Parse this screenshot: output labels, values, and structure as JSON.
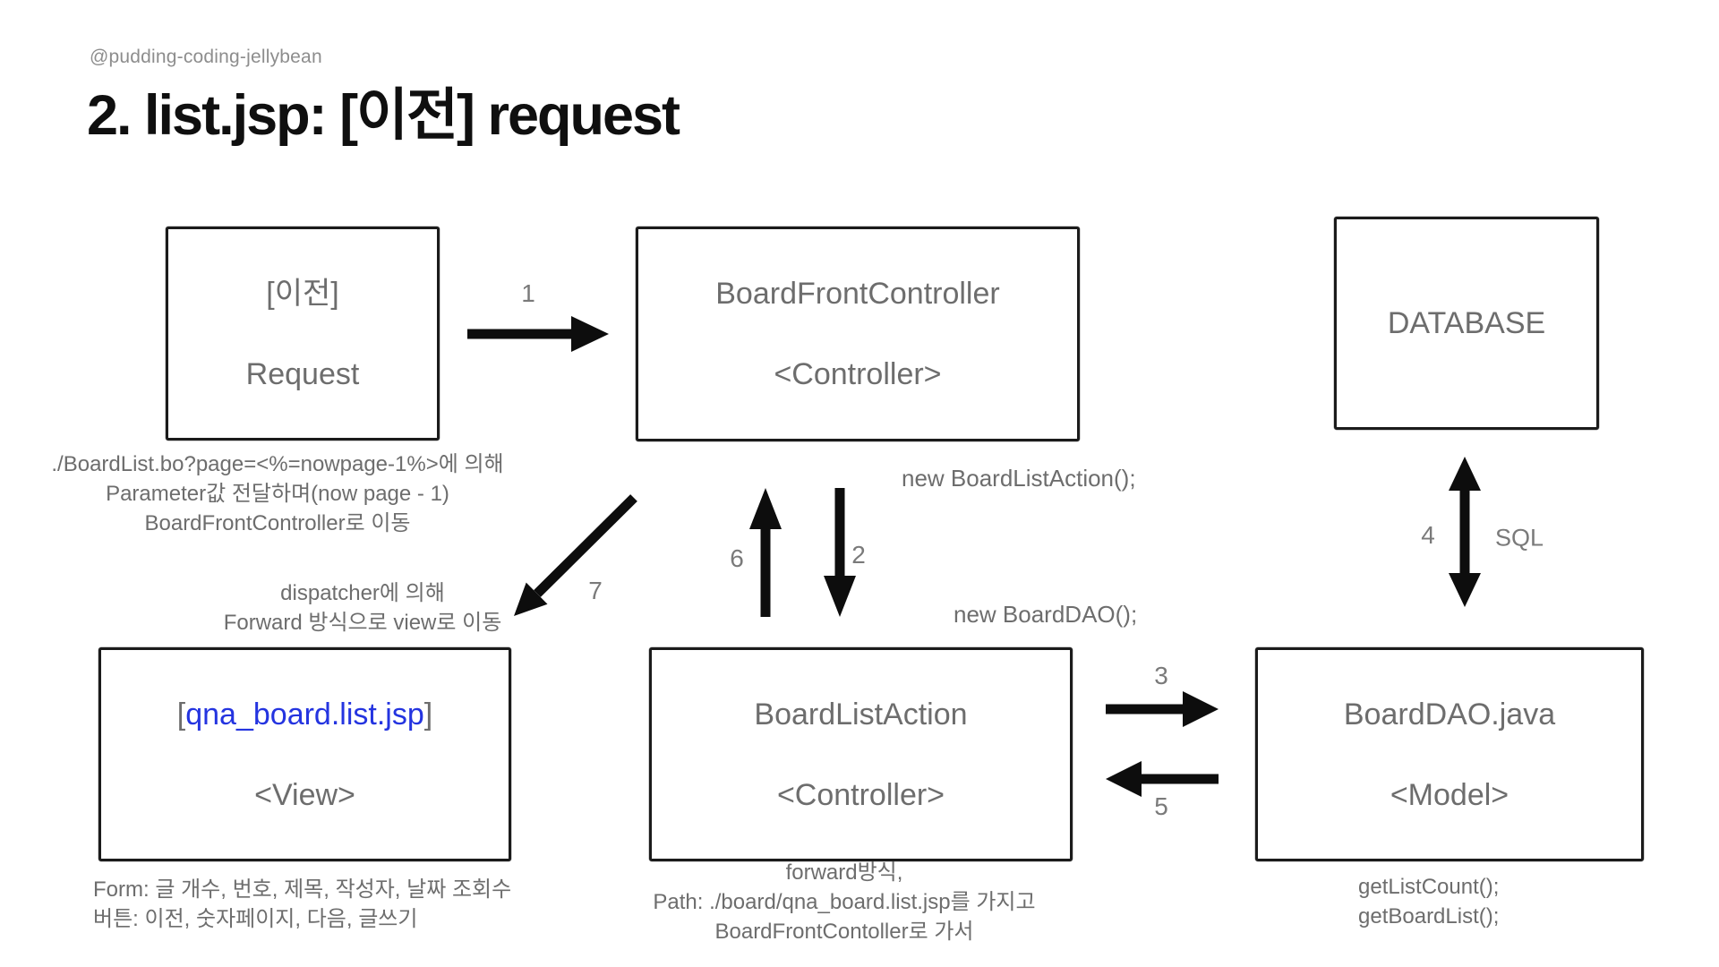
{
  "page": {
    "watermark": "@pudding-coding-jellybean",
    "title": "2. list.jsp: [이전] request"
  },
  "colors": {
    "ink": "#1b1b1b",
    "arrow": "#0d0d0d",
    "text_gray": "#6d6d6d",
    "text_gray_light": "#8d8d8d",
    "number_gray": "#7a7a7a",
    "highlight_blue": "#2434E0",
    "highlight_red": "#EC4226"
  },
  "boxes": {
    "prev_request": {
      "line1": "[이전]",
      "line2": "Request"
    },
    "front_controller": {
      "line1": "BoardFrontController",
      "line2": "<Controller>"
    },
    "database": {
      "line1": "DATABASE"
    },
    "view": {
      "bracket_open": "[",
      "name": "qna_board.list.jsp",
      "bracket_close": "]",
      "line2": "<View>"
    },
    "list_action": {
      "line1": "BoardListAction",
      "line2": "<Controller>"
    },
    "dao": {
      "line1": "BoardDAO.java",
      "line2": "<Model>"
    }
  },
  "annotations": {
    "prev_request_note": [
      "./BoardList.bo?page=<%=nowpage-1%>에 의해",
      "Parameter값 전달하며(now page - 1)",
      "BoardFrontController로 이동"
    ],
    "new_list_action": "new BoardListAction();",
    "new_dao": "new BoardDAO();",
    "dispatcher_note": [
      "dispatcher에 의해",
      "Forward 방식으로 view로 이동"
    ],
    "view_note": [
      "Form: 글 개수, 번호, 제목, 작성자, 날짜 조회수",
      "버튼: 이전, 숫자페이지, 다음, 글쓰기"
    ],
    "forward_note": [
      "forward방식,",
      "Path: ./board/qna_board.list.jsp를 가지고",
      "BoardFrontContoller로 가서"
    ],
    "dao_note": [
      "getListCount();",
      "getBoardList();"
    ],
    "sql_label": "SQL"
  },
  "arrow_labels": {
    "1": "1",
    "2": "2",
    "3": "3",
    "4": "4",
    "5": "5",
    "6": "6",
    "7": "7"
  }
}
